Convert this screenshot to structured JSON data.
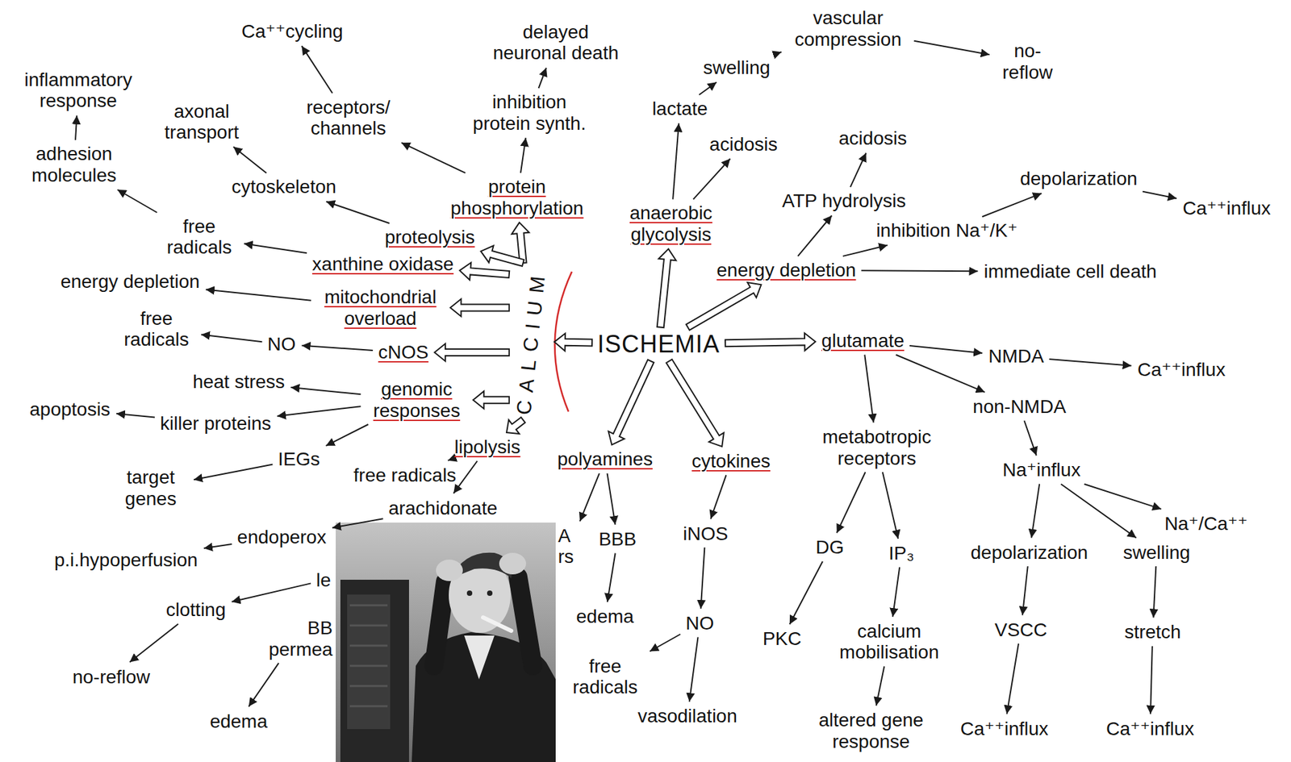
{
  "diagram": {
    "nodes": [
      {
        "text": [
          "ISCHEMIA"
        ]
      },
      {
        "text": [
          "CALCIUM"
        ]
      },
      {
        "text": [
          "protein phosphorylation"
        ]
      },
      {
        "text": [
          "proteolysis"
        ]
      },
      {
        "text": [
          "xanthine oxidase"
        ]
      },
      {
        "text": [
          "mitochondrial overload"
        ]
      },
      {
        "text": [
          "cNOS"
        ]
      },
      {
        "text": [
          "genomic responses"
        ]
      },
      {
        "text": [
          "lipolysis"
        ]
      },
      {
        "text": [
          "anaerobic glycolysis"
        ]
      },
      {
        "text": [
          "energy depletion"
        ]
      },
      {
        "text": [
          "glutamate"
        ]
      },
      {
        "text": [
          "polyamines"
        ]
      },
      {
        "text": [
          "cytokines"
        ]
      },
      {
        "text": [
          "receptors/ channels"
        ]
      },
      {
        "text": [
          "inhibition protein synth."
        ]
      },
      {
        "text": [
          "delayed neuronal death"
        ]
      },
      {
        "text": [
          "Ca⁺⁺cycling"
        ]
      },
      {
        "text": [
          "cytoskeleton"
        ]
      },
      {
        "text": [
          "axonal transport"
        ]
      },
      {
        "text": [
          "free radicals"
        ]
      },
      {
        "text": [
          "adhesion molecules"
        ]
      },
      {
        "text": [
          "inflammatory response"
        ]
      },
      {
        "text": [
          "energy depletion"
        ]
      },
      {
        "text": [
          "NO"
        ]
      },
      {
        "text": [
          "free radicals"
        ]
      },
      {
        "text": [
          "heat stress"
        ]
      },
      {
        "text": [
          "killer proteins"
        ]
      },
      {
        "text": [
          "apoptosis"
        ]
      },
      {
        "text": [
          "IEGs"
        ]
      },
      {
        "text": [
          "target genes"
        ]
      },
      {
        "text": [
          "free radicals"
        ]
      },
      {
        "text": [
          "arachidonate"
        ]
      },
      {
        "text": [
          "endoperox"
        ]
      },
      {
        "text": [
          "p.i.hypoperfusion"
        ]
      },
      {
        "text": [
          "le"
        ]
      },
      {
        "text": [
          "clotting"
        ]
      },
      {
        "text": [
          "no-reflow"
        ]
      },
      {
        "text": [
          "BB permea"
        ]
      },
      {
        "text": [
          "edema"
        ]
      },
      {
        "text": [
          "A rs"
        ]
      },
      {
        "text": [
          "BBB"
        ]
      },
      {
        "text": [
          "edema"
        ]
      },
      {
        "text": [
          "iNOS"
        ]
      },
      {
        "text": [
          "NO"
        ]
      },
      {
        "text": [
          "free radicals"
        ]
      },
      {
        "text": [
          "vasodilation"
        ]
      },
      {
        "text": [
          "ATP hydrolysis"
        ]
      },
      {
        "text": [
          "acidosis"
        ]
      },
      {
        "text": [
          "inhibition Na⁺/K⁺"
        ]
      },
      {
        "text": [
          "depolarization"
        ]
      },
      {
        "text": [
          "Ca⁺⁺influx"
        ]
      },
      {
        "text": [
          "immediate cell death"
        ]
      },
      {
        "text": [
          "lactate"
        ]
      },
      {
        "text": [
          "acidosis"
        ]
      },
      {
        "text": [
          "swelling"
        ]
      },
      {
        "text": [
          "vascular compression"
        ]
      },
      {
        "text": [
          "no- reflow"
        ]
      },
      {
        "text": [
          "NMDA"
        ]
      },
      {
        "text": [
          "Ca⁺⁺influx"
        ]
      },
      {
        "text": [
          "non-NMDA"
        ]
      },
      {
        "text": [
          "metabotropic receptors"
        ]
      },
      {
        "text": [
          "Na⁺influx"
        ]
      },
      {
        "text": [
          "DG"
        ]
      },
      {
        "text": [
          "IP₃"
        ]
      },
      {
        "text": [
          "PKC"
        ]
      },
      {
        "text": [
          "calcium mobilisation"
        ]
      },
      {
        "text": [
          "altered gene response"
        ]
      },
      {
        "text": [
          "depolarization"
        ]
      },
      {
        "text": [
          "Na⁺/Ca⁺⁺"
        ]
      },
      {
        "text": [
          "swelling"
        ]
      },
      {
        "text": [
          "VSCC"
        ]
      },
      {
        "text": [
          "stretch"
        ]
      },
      {
        "text": [
          "Ca⁺⁺influx"
        ]
      },
      {
        "text": [
          "Ca⁺⁺influx"
        ]
      }
    ],
    "edges": [
      {
        "from": 0,
        "to": 1,
        "arrow": "to"
      },
      {
        "from": 0,
        "to": 9,
        "arrow": "to"
      },
      {
        "from": 0,
        "to": 10,
        "arrow": "to"
      },
      {
        "from": 0,
        "to": 11,
        "arrow": "to"
      },
      {
        "from": 0,
        "to": 12,
        "arrow": "to"
      },
      {
        "from": 0,
        "to": 13,
        "arrow": "to"
      },
      {
        "from": 1,
        "to": 2,
        "arrow": "to"
      },
      {
        "from": 1,
        "to": 3,
        "arrow": "to"
      },
      {
        "from": 1,
        "to": 4,
        "arrow": "to"
      },
      {
        "from": 1,
        "to": 5,
        "arrow": "to"
      },
      {
        "from": 1,
        "to": 6,
        "arrow": "to"
      },
      {
        "from": 1,
        "to": 7,
        "arrow": "to"
      },
      {
        "from": 1,
        "to": 8,
        "arrow": "to"
      },
      {
        "from": 2,
        "to": 14,
        "arrow": "to"
      },
      {
        "from": 14,
        "to": 17,
        "arrow": "to"
      },
      {
        "from": 2,
        "to": 15,
        "arrow": "to"
      },
      {
        "from": 15,
        "to": 16,
        "arrow": "to"
      },
      {
        "from": 3,
        "to": 18,
        "arrow": "to"
      },
      {
        "from": 18,
        "to": 19,
        "arrow": "to"
      },
      {
        "from": 4,
        "to": 20,
        "arrow": "to"
      },
      {
        "from": 20,
        "to": 21,
        "arrow": "to"
      },
      {
        "from": 21,
        "to": 22,
        "arrow": "to"
      },
      {
        "from": 5,
        "to": 23,
        "arrow": "to"
      },
      {
        "from": 6,
        "to": 24,
        "arrow": "to"
      },
      {
        "from": 24,
        "to": 25,
        "arrow": "to"
      },
      {
        "from": 7,
        "to": 26,
        "arrow": "to"
      },
      {
        "from": 7,
        "to": 27,
        "arrow": "to"
      },
      {
        "from": 27,
        "to": 28,
        "arrow": "to"
      },
      {
        "from": 7,
        "to": 29,
        "arrow": "to"
      },
      {
        "from": 29,
        "to": 30,
        "arrow": "to"
      },
      {
        "from": 8,
        "to": 31,
        "arrow": "to"
      },
      {
        "from": 8,
        "to": 32,
        "arrow": "to"
      },
      {
        "from": 32,
        "to": 33,
        "arrow": "to"
      },
      {
        "from": 33,
        "to": 34,
        "arrow": "to"
      },
      {
        "from": 35,
        "to": 36,
        "arrow": "to"
      },
      {
        "from": 36,
        "to": 37,
        "arrow": "to"
      },
      {
        "from": 38,
        "to": 39,
        "arrow": "to"
      },
      {
        "from": 12,
        "to": 40,
        "arrow": "to"
      },
      {
        "from": 12,
        "to": 41,
        "arrow": "to"
      },
      {
        "from": 41,
        "to": 42,
        "arrow": "to"
      },
      {
        "from": 13,
        "to": 43,
        "arrow": "to"
      },
      {
        "from": 43,
        "to": 44,
        "arrow": "to"
      },
      {
        "from": 44,
        "to": 45,
        "arrow": "to"
      },
      {
        "from": 44,
        "to": 46,
        "arrow": "to"
      },
      {
        "from": 9,
        "to": 53,
        "arrow": "to"
      },
      {
        "from": 9,
        "to": 54,
        "arrow": "to"
      },
      {
        "from": 53,
        "to": 55,
        "arrow": "to"
      },
      {
        "from": 55,
        "to": 56,
        "arrow": "to"
      },
      {
        "from": 56,
        "to": 57,
        "arrow": "to"
      },
      {
        "from": 10,
        "to": 47,
        "arrow": "to"
      },
      {
        "from": 47,
        "to": 48,
        "arrow": "to"
      },
      {
        "from": 10,
        "to": 49,
        "arrow": "to"
      },
      {
        "from": 49,
        "to": 50,
        "arrow": "to"
      },
      {
        "from": 50,
        "to": 51,
        "arrow": "to"
      },
      {
        "from": 10,
        "to": 52,
        "arrow": "to"
      },
      {
        "from": 11,
        "to": 58,
        "arrow": "to"
      },
      {
        "from": 58,
        "to": 59,
        "arrow": "to"
      },
      {
        "from": 11,
        "to": 60,
        "arrow": "to"
      },
      {
        "from": 11,
        "to": 61,
        "arrow": "to"
      },
      {
        "from": 60,
        "to": 62,
        "arrow": "to"
      },
      {
        "from": 62,
        "to": 68,
        "arrow": "to"
      },
      {
        "from": 62,
        "to": 69,
        "arrow": "to"
      },
      {
        "from": 62,
        "to": 70,
        "arrow": "to"
      },
      {
        "from": 68,
        "to": 71,
        "arrow": "to"
      },
      {
        "from": 71,
        "to": 73,
        "arrow": "to"
      },
      {
        "from": 70,
        "to": 72,
        "arrow": "to"
      },
      {
        "from": 72,
        "to": 74,
        "arrow": "to"
      },
      {
        "from": 61,
        "to": 63,
        "arrow": "to"
      },
      {
        "from": 61,
        "to": 64,
        "arrow": "to"
      },
      {
        "from": 63,
        "to": 65,
        "arrow": "to"
      },
      {
        "from": 64,
        "to": 66,
        "arrow": "to"
      },
      {
        "from": 66,
        "to": 67,
        "arrow": "to"
      }
    ]
  }
}
